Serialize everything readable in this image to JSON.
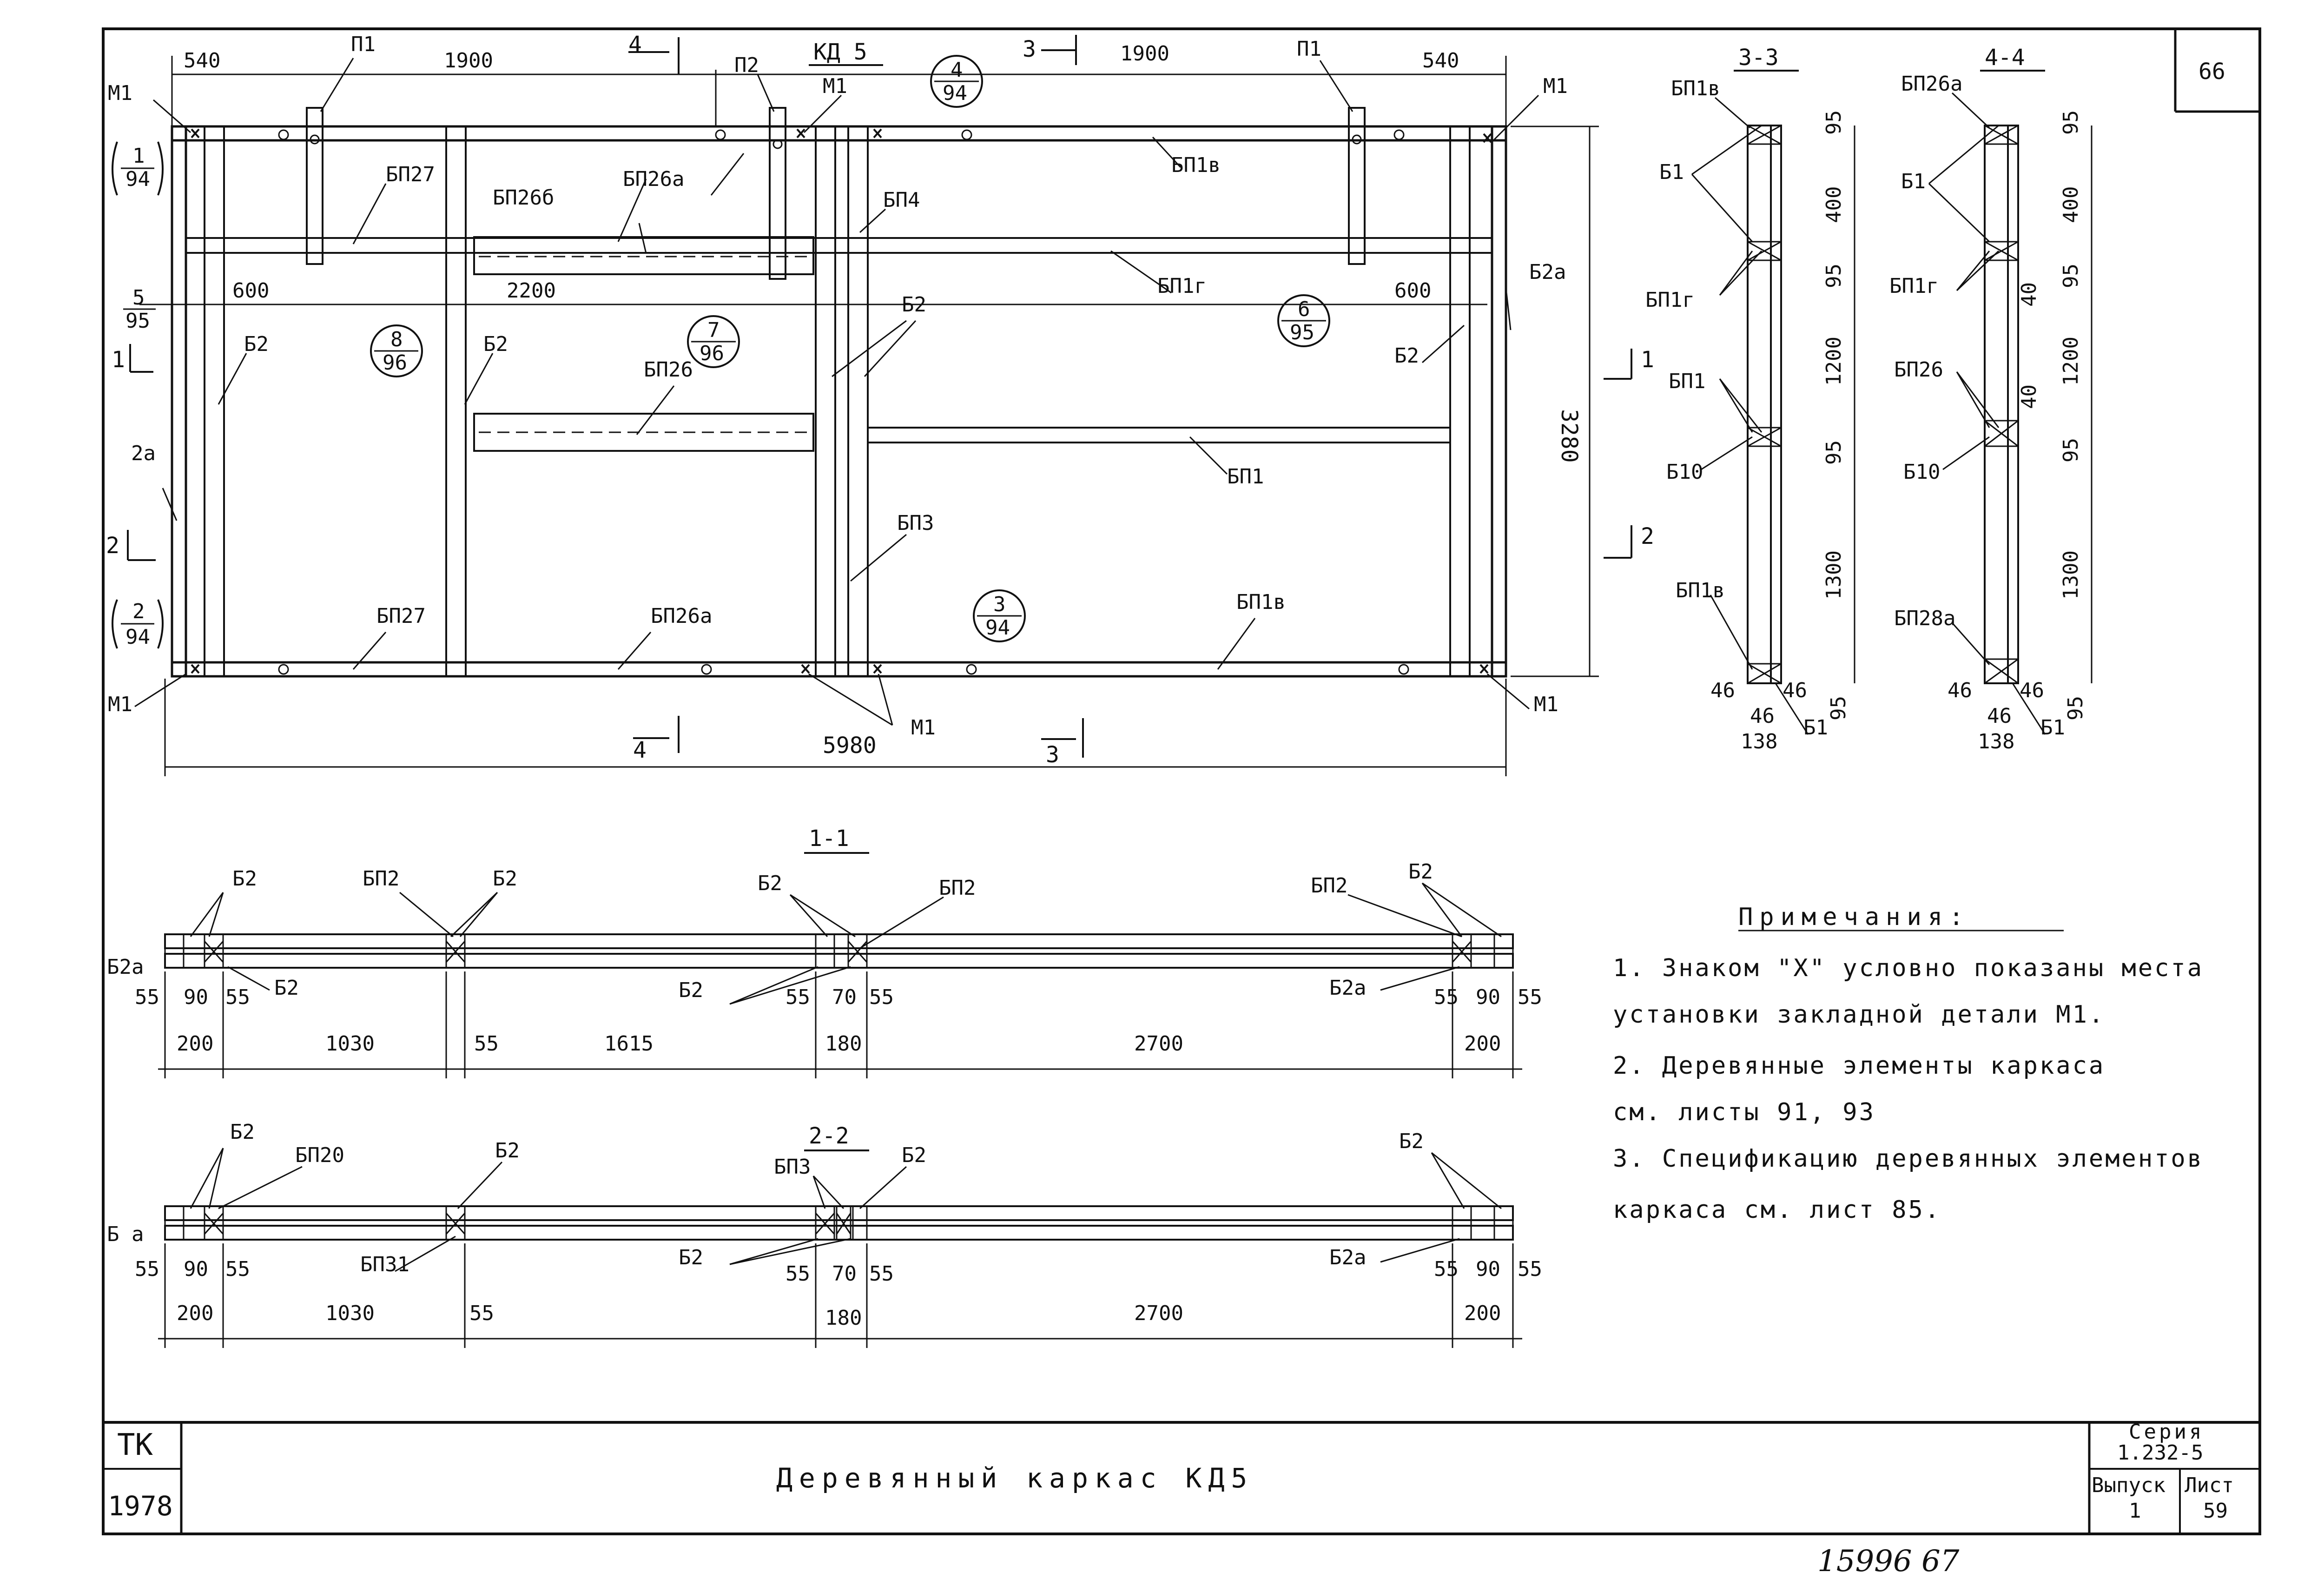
{
  "corner_sheet_number": "66",
  "plan": {
    "title": "КД 5",
    "dims_top": [
      "540",
      "1900",
      "1900",
      "540"
    ],
    "dims_mid": [
      "600",
      "2200",
      "600"
    ],
    "overall_width": "5980",
    "overall_height": "3280",
    "section_marks": {
      "s1": "1",
      "s2": "2",
      "s3_top": "3",
      "s3_bottom": "3",
      "s4_top": "4",
      "s4_bottom": "4"
    },
    "callouts": {
      "c_1_94": {
        "top": "1",
        "bottom": "94"
      },
      "c_5_95": {
        "top": "5",
        "bottom": "95"
      },
      "c_2_94": {
        "top": "2",
        "bottom": "94"
      },
      "c_8_96": {
        "top": "8",
        "bottom": "96"
      },
      "c_7_96": {
        "top": "7",
        "bottom": "96"
      },
      "c_4_94": {
        "top": "4",
        "bottom": "94"
      },
      "c_6_95": {
        "top": "6",
        "bottom": "95"
      },
      "c_3_94": {
        "top": "3",
        "bottom": "94"
      }
    },
    "labels": {
      "p1_left": "П1",
      "p2": "П2",
      "p1_right": "П1",
      "m1_tl": "М1",
      "m1_tc": "М1",
      "m1_tr": "М1",
      "m1_bl": "М1",
      "m1_bc": "М1",
      "m1_br": "М1",
      "bp27_top": "БП27",
      "bp26a_top": "БП26а",
      "bp26b": "БП26б",
      "bp1v_top": "БП1в",
      "bp4": "БП4",
      "bp1g": "БП1г",
      "b2_left": "Б2",
      "b2_mid": "Б2",
      "b2_center": "Б2",
      "b2_right": "Б2",
      "b2a_right": "Б2а",
      "a2_left": "2а",
      "bp26": "БП26",
      "bp1": "БП1",
      "bp3": "БП3",
      "bp27_bottom": "БП27",
      "bp26a_bottom": "БП26а",
      "bp1v_bottom": "БП1в"
    }
  },
  "section_33": {
    "title": "3-3",
    "labels": {
      "bp1v_top": "БП1в",
      "b1": "Б1",
      "bp1g": "БП1г",
      "bp1": "БП1",
      "b10": "Б10",
      "bp1v_bottom": "БП1в",
      "b1_bottom": "Б1"
    },
    "dims_v": [
      "95",
      "400",
      "95",
      "1200",
      "95",
      "1300",
      "95"
    ],
    "dims_h": [
      "46",
      "46",
      "46",
      "138"
    ]
  },
  "section_44": {
    "title": "4-4",
    "labels": {
      "bp26a": "БП26а",
      "b1": "Б1",
      "bp1g": "БП1г",
      "bp26": "БП26",
      "b10": "Б10",
      "bp28a": "БП28а",
      "b1_bottom": "Б1"
    },
    "dims_v": [
      "95",
      "400",
      "95",
      "1200",
      "95",
      "1300",
      "95"
    ],
    "dims_small": [
      "40",
      "40"
    ],
    "dims_h": [
      "46",
      "46",
      "46",
      "138"
    ]
  },
  "section_11": {
    "title": "1-1",
    "labels": {
      "b2a_left": "Б2а",
      "b2_l1": "Б2",
      "b2_l2": "Б2",
      "bp2_1": "БП2",
      "b2_m1": "Б2",
      "b2_c1": "Б2",
      "bp2_2": "БП2",
      "b2_c2": "Б2",
      "bp2_3": "БП2",
      "b2_r1": "Б2",
      "b2a_right": "Б2а"
    },
    "dims_small": [
      "55",
      "90",
      "55",
      "55",
      "70",
      "55",
      "55",
      "90",
      "55"
    ],
    "dims_main": [
      "200",
      "1030",
      "55",
      "1615",
      "180",
      "2700",
      "200"
    ]
  },
  "section_22": {
    "title": "2-2",
    "labels": {
      "b2a_left": "Б а",
      "b2_l1": "Б2",
      "bp20": "БП20",
      "b2_m1": "Б2",
      "bp31": "БП31",
      "bp3": "БП3",
      "b2_c1": "Б2",
      "b2_c2": "Б2",
      "b2_r1": "Б2",
      "b2a_right": "Б2а"
    },
    "dims_small": [
      "55",
      "90",
      "55",
      "55",
      "70",
      "55",
      "55",
      "90",
      "55"
    ],
    "dims_main": [
      "200",
      "1030",
      "55",
      "180",
      "2700",
      "200"
    ]
  },
  "notes": {
    "heading": "Примечания:",
    "items": [
      "1. Знаком \"Х\" условно показаны места",
      "установки закладной детали М1.",
      "2. Деревянные элементы каркаса",
      "см. листы 91, 93",
      "3. Спецификацию деревянных элементов",
      "каркаса см. лист 85."
    ]
  },
  "title_block": {
    "org": "ТК",
    "year": "1978",
    "title": "Деревянный каркас КД5",
    "series_label": "Серия",
    "series_value": "1.232-5",
    "issue_label": "Выпуск",
    "issue_value": "1",
    "sheet_label": "Лист",
    "sheet_value": "59"
  },
  "footer_handwritten": "15996 67"
}
